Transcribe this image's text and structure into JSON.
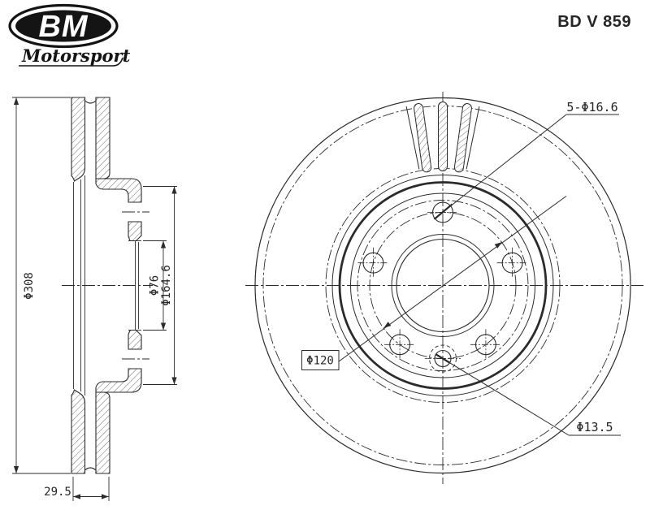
{
  "header": {
    "logo_primary": "BM",
    "logo_secondary": "Motorsport",
    "part_number": "BD V 859"
  },
  "section_view": {
    "outer_diameter": "Φ308",
    "bore_diameter": "Φ76",
    "hub_flange_diameter": "Φ164.6",
    "disc_thickness": "29.5"
  },
  "front_view": {
    "bolt_holes": "5-Φ16.6",
    "bolt_circle_diameter": "Φ120",
    "pin_hole_diameter": "Φ13.5"
  },
  "colors": {
    "line": "#2b2b2b",
    "logo_fill": "#141414",
    "background": "#ffffff"
  }
}
